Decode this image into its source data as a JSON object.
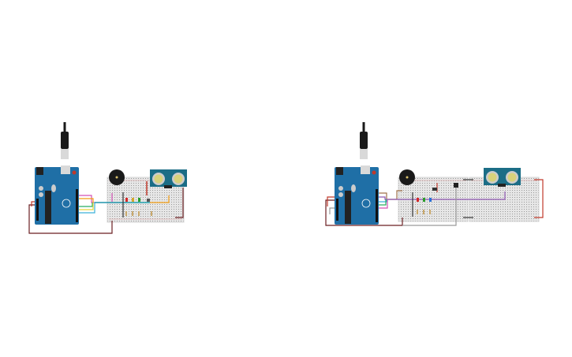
{
  "canvas": {
    "background": "#ffffff"
  },
  "colors": {
    "arduino_board": "#1f6fa6",
    "breadboard": "#e6e6e6",
    "sensor": "#1b6d86",
    "usb_cable": "#1a1a1a",
    "wire_red": "#c0392b",
    "wire_dark_red": "#6b1f22",
    "wire_orange": "#f39c12",
    "wire_pink": "#d34fb4",
    "wire_green": "#27ae60",
    "wire_teal": "#169fa8",
    "wire_yellow": "#e8d33a",
    "wire_cyan": "#3ab0d9",
    "wire_purple": "#8e57b0",
    "wire_gray": "#9a9a9a",
    "wire_brown": "#a0724a",
    "led_red": "#d62828",
    "led_yellow": "#d6a828",
    "led_green": "#2aa02a",
    "led_blue": "#2a72d6"
  },
  "circuits": [
    {
      "components": [
        "arduino-uno",
        "usb-cable",
        "piezo-buzzer",
        "breadboard",
        "ultrasonic-sensor",
        "led-red",
        "led-yellow",
        "led-green",
        "pushbutton",
        "resistors"
      ]
    },
    {
      "components": [
        "arduino-uno",
        "usb-cable",
        "piezo-buzzer",
        "breadboard",
        "breadboard",
        "ultrasonic-sensor",
        "led-red",
        "led-green",
        "led-blue",
        "slide-switch",
        "transistor",
        "resistors"
      ]
    }
  ]
}
